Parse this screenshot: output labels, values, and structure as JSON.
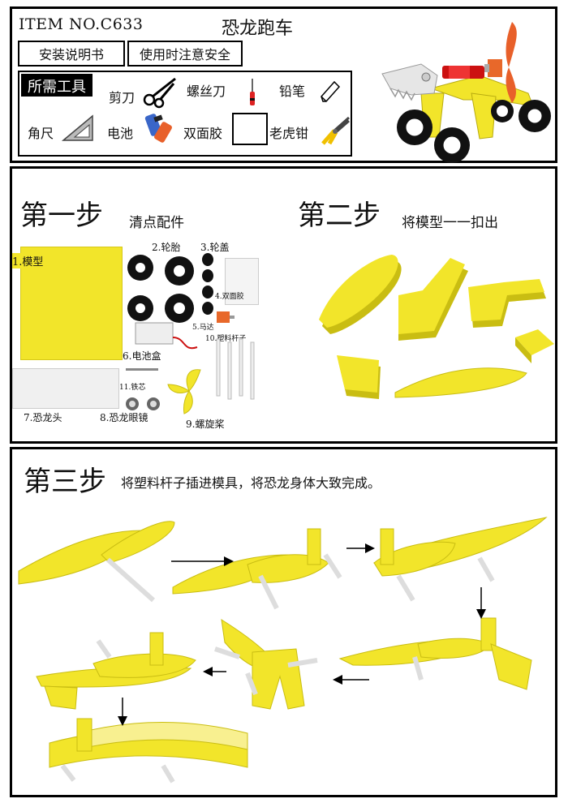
{
  "header": {
    "item_no": "ITEM NO.C633",
    "title": "恐龙跑车",
    "manual_label": "安装说明书",
    "safety_label": "使用时注意安全"
  },
  "tools": {
    "heading": "所需工具",
    "items": [
      {
        "label": "剪刀",
        "icon": "scissors-icon"
      },
      {
        "label": "螺丝刀",
        "icon": "screwdriver-icon"
      },
      {
        "label": "铅笔",
        "icon": "pencil-icon"
      },
      {
        "label": "角尺",
        "icon": "set-square-icon"
      },
      {
        "label": "电池",
        "icon": "battery-icon"
      },
      {
        "label": "双面胶",
        "icon": "tape-icon"
      },
      {
        "label": "老虎钳",
        "icon": "pliers-icon"
      }
    ]
  },
  "step1": {
    "heading": "第一步",
    "subtitle": "清点配件",
    "parts": [
      "1.模型",
      "2.轮胎",
      "3.轮盖",
      "4.双面胶",
      "5.马达",
      "10.塑料杆子",
      "6.电池盒",
      "11.铁芯",
      "7.恐龙头",
      "8.恐龙眼镜",
      "9.螺旋桨"
    ]
  },
  "step2": {
    "heading": "第二步",
    "subtitle": "将模型一一扣出"
  },
  "step3": {
    "heading": "第三步",
    "subtitle": "将塑料杆子插进模具，将恐龙身体大致完成。"
  },
  "colors": {
    "foam_yellow": "#f2e52a",
    "foam_shade": "#c9bd12",
    "wheel_black": "#111111",
    "frame": "#000000"
  }
}
